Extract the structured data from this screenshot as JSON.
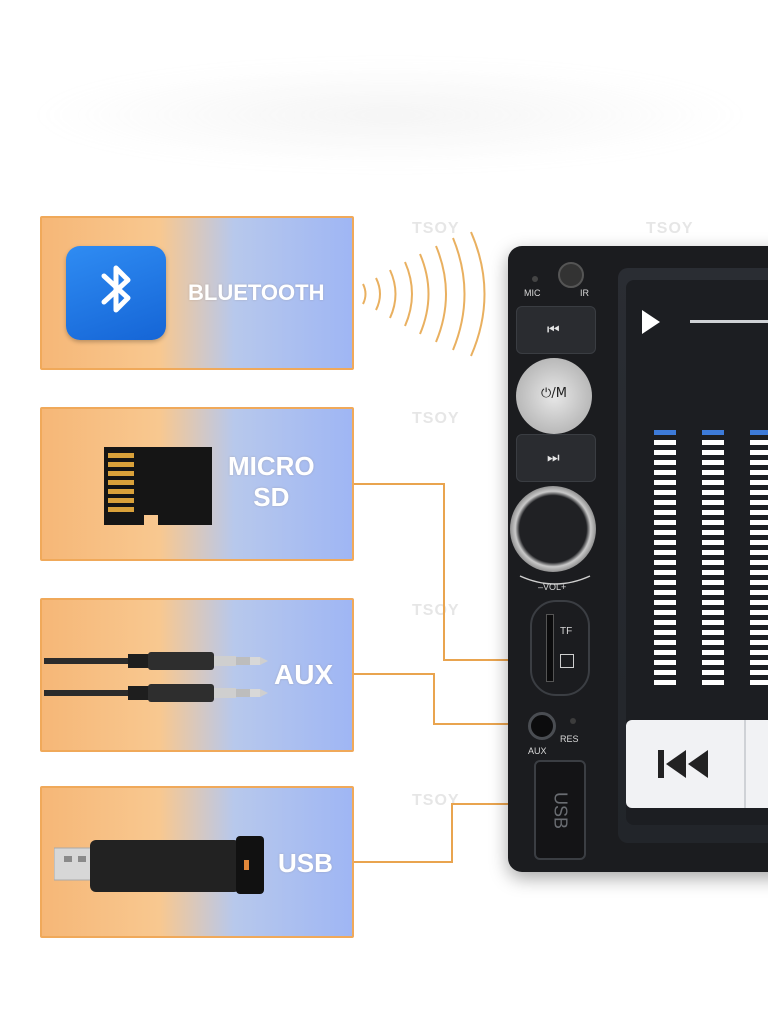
{
  "cards": {
    "bluetooth": {
      "label": "BLUETOOTH"
    },
    "micro_sd": {
      "label_line1": "MICRO",
      "label_line2": "SD"
    },
    "aux": {
      "label": "AUX"
    },
    "usb": {
      "label": "USB"
    }
  },
  "watermark": "TSOY",
  "device": {
    "mic_label": "MIC",
    "ir_label": "IR",
    "power_mode_label": "⏻/M",
    "vol_label": "–VOL+",
    "tf_label": "TF",
    "aux_label": "AUX",
    "res_label": "RES",
    "usb_label": "USB"
  },
  "colors": {
    "card_border": "#f0a95a",
    "wire": "#e9a44f",
    "bluetooth_tile": "#1f74e6",
    "eq_blue": "#3d7bd9"
  },
  "icons": {
    "bluetooth": "bluetooth-icon",
    "signal": "signal-waves-icon",
    "sd": "micro-sd-card-icon",
    "aux": "aux-cable-icon",
    "usb": "usb-drive-icon",
    "play": "play-icon",
    "prev": "previous-track-icon",
    "next": "next-track-icon"
  }
}
